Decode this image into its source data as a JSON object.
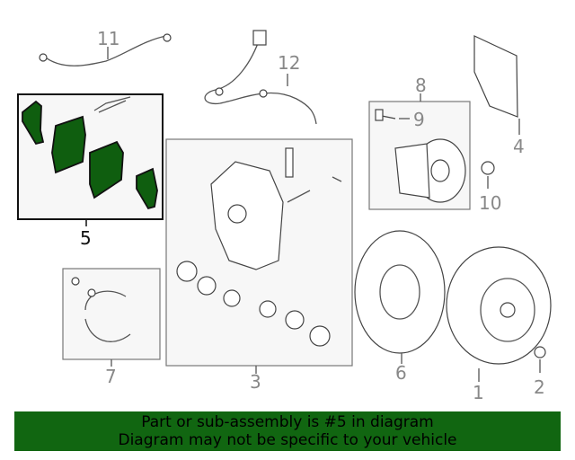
{
  "callouts": {
    "c1": "1",
    "c2": "2",
    "c3": "3",
    "c4": "4",
    "c5": "5",
    "c6": "6",
    "c7": "7",
    "c8": "8",
    "c9": "9",
    "c10": "10",
    "c11": "11",
    "c12": "12"
  },
  "banner": {
    "line1": "Part or sub-assembly is #5 in diagram",
    "line2": "Diagram may not be specific to your vehicle"
  },
  "colors": {
    "highlight": "#0f5e0f",
    "banner": "#116611"
  }
}
